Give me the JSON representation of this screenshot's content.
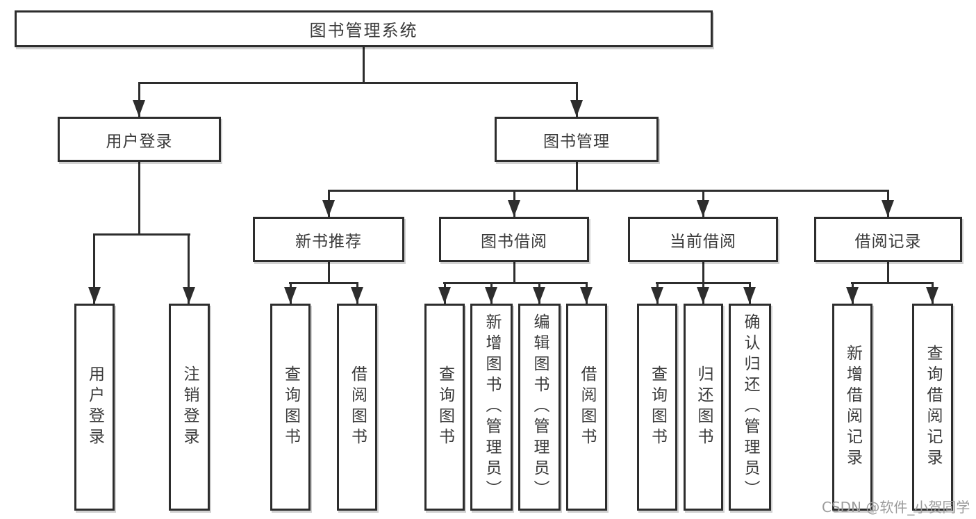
{
  "diagram": {
    "root": {
      "label": "图书管理系统"
    },
    "branches": [
      {
        "label": "用户登录",
        "children": [
          {
            "label": "用户登录"
          },
          {
            "label": "注销登录"
          }
        ]
      },
      {
        "label": "图书管理",
        "children": [
          {
            "label": "新书推荐",
            "children": [
              {
                "label": "查询图书"
              },
              {
                "label": "借阅图书"
              }
            ]
          },
          {
            "label": "图书借阅",
            "children": [
              {
                "label": "查询图书"
              },
              {
                "label": "新增图书（管理员）"
              },
              {
                "label": "编辑图书（管理员）"
              },
              {
                "label": "借阅图书"
              }
            ]
          },
          {
            "label": "当前借阅",
            "children": [
              {
                "label": "查询图书"
              },
              {
                "label": "归还图书"
              },
              {
                "label": "确认归还（管理员）"
              }
            ]
          },
          {
            "label": "借阅记录",
            "children": [
              {
                "label": "新增借阅记录"
              },
              {
                "label": "查询借阅记录"
              }
            ]
          }
        ]
      }
    ],
    "colors": {
      "line": "#2d2d2d",
      "box_border": "#2d2d2d",
      "box_fill": "#ffffff",
      "text": "#3a3a3a",
      "watermark": "#9c9c9c",
      "background": "#ffffff"
    }
  },
  "watermark": {
    "text": "CSDN @软件_小贺同学"
  }
}
